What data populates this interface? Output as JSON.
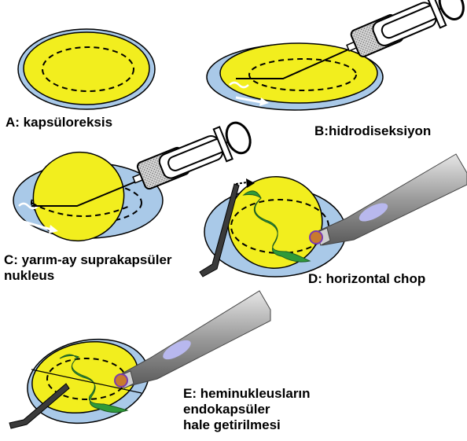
{
  "labels": {
    "a": "A: kapsüloreksis",
    "b": "B:hidrodiseksiyon",
    "c_line1": "C: yarım-ay suprakapsüler",
    "c_line2": "nukleus",
    "d": "D: horizontal  chop",
    "e_line1": "E: heminukleusların",
    "e_line2": "endokapsüler",
    "e_line3": "hale getirilmesi"
  },
  "colors": {
    "capsule_blue": "#a9c9e8",
    "nucleus_yellow": "#f2ee1e",
    "chop_green": "#2f9a3a",
    "outline": "#000000"
  }
}
